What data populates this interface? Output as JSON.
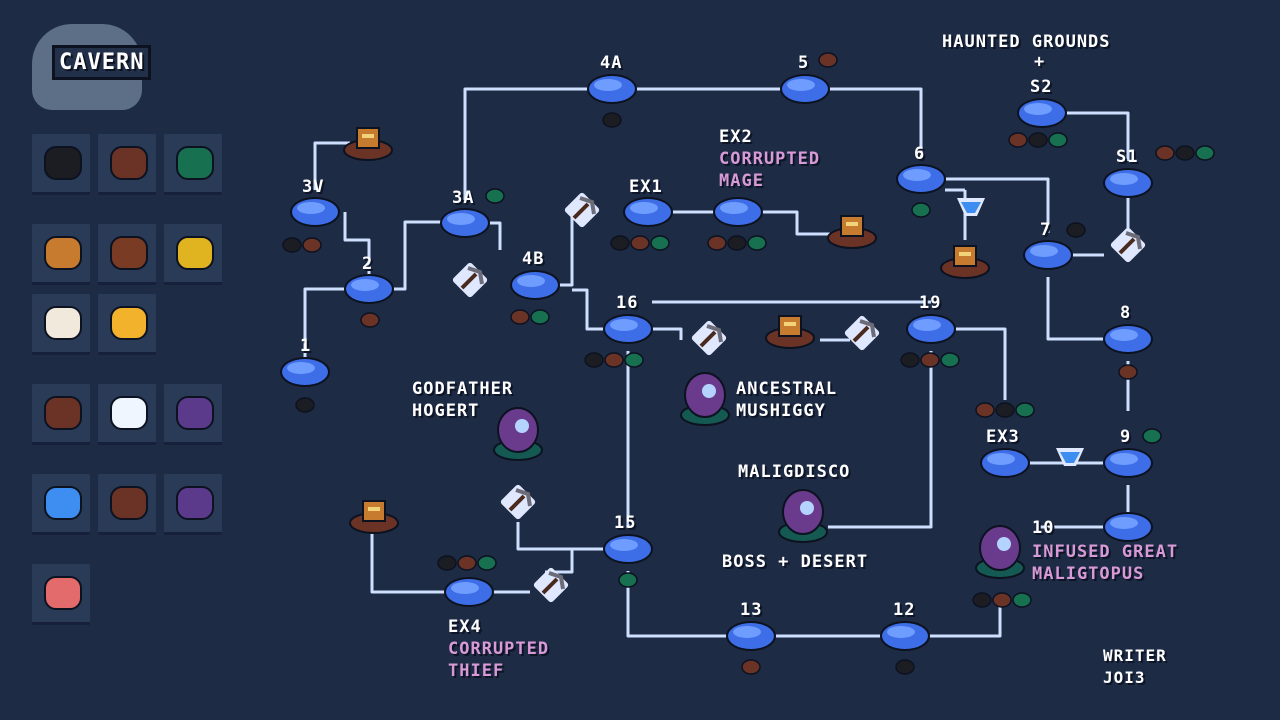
{
  "area": {
    "title": "CAVERN"
  },
  "nodes": [
    {
      "id": "1",
      "label": "1"
    },
    {
      "id": "2",
      "label": "2"
    },
    {
      "id": "3V",
      "label": "3V"
    },
    {
      "id": "3A",
      "label": "3A"
    },
    {
      "id": "4A",
      "label": "4A"
    },
    {
      "id": "4B",
      "label": "4B"
    },
    {
      "id": "5",
      "label": "5"
    },
    {
      "id": "6",
      "label": "6"
    },
    {
      "id": "7",
      "label": "7"
    },
    {
      "id": "8",
      "label": "8"
    },
    {
      "id": "9",
      "label": "9"
    },
    {
      "id": "10",
      "label": "10"
    },
    {
      "id": "12",
      "label": "12"
    },
    {
      "id": "13",
      "label": "13"
    },
    {
      "id": "15",
      "label": "15"
    },
    {
      "id": "16",
      "label": "16"
    },
    {
      "id": "19",
      "label": "19"
    },
    {
      "id": "EX1",
      "label": "EX1"
    },
    {
      "id": "EX2",
      "label": "EX2"
    },
    {
      "id": "EX3",
      "label": "EX3"
    },
    {
      "id": "EX4",
      "label": "EX4"
    },
    {
      "id": "S1",
      "label": "S1"
    },
    {
      "id": "S2",
      "label": "S2"
    }
  ],
  "annotations": {
    "haunted_grounds": "HAUNTED GROUNDS",
    "plus": "+",
    "ex2_name": "CORRUPTED\nMAGE",
    "ex4_name": "CORRUPTED\nTHIEF",
    "ancestral": "ANCESTRAL\nMUSHIGGY",
    "godfather": "GODFATHER\nHOGERT",
    "maligdisco": "MALIGDISCO",
    "boss_desert": "BOSS + DESERT",
    "infused": "INFUSED GREAT\nMALIGTOPUS",
    "writer": "WRITER\nJOI3"
  },
  "colors": {
    "background": "#1d2b45",
    "path": "#cfe0ff",
    "node": "#3d6ee8",
    "node_highlight": "#6f9cff",
    "label": "#ffffff",
    "boss_label": "#d89ad7",
    "coal": "#1b1d22",
    "copper": "#6b3326",
    "moss": "#17704f"
  },
  "legend_icons": [
    "coal-ore-icon",
    "copper-ore-icon",
    "moss-clump-icon",
    "potato-icon",
    "wood-branch-icon",
    "gold-nuggets-icon",
    "bone-icon",
    "gold-ore-icon",
    "root-wood-icon",
    "diamond-icon",
    "purple-orb-icon",
    "blue-fish-icon",
    "brown-boar-icon",
    "purple-fish-icon",
    "red-ball-icon"
  ]
}
